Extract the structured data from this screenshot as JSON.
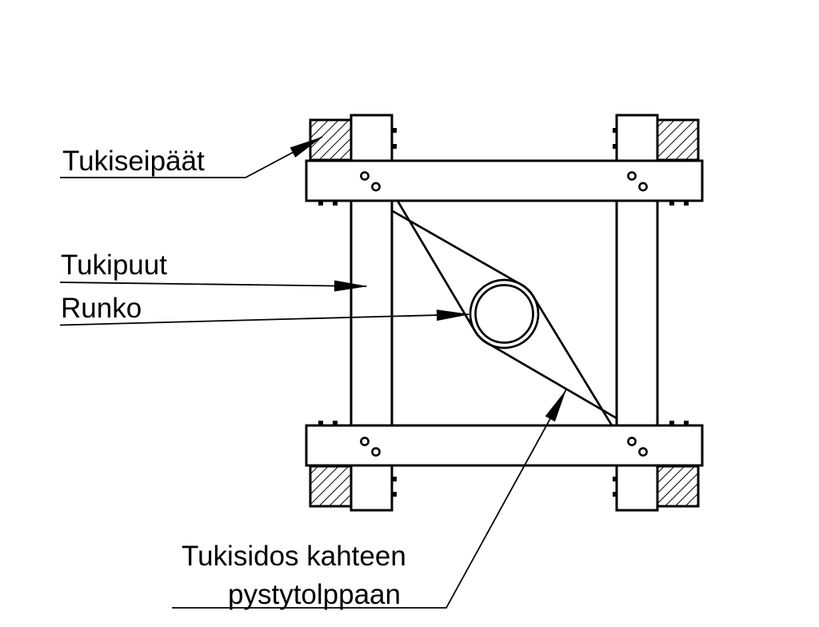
{
  "page": {
    "background_color": "#ffffff",
    "line_color": "#000000"
  },
  "labels": {
    "tukiseipaat": "Tukiseipäät",
    "tukipuut": "Tukipuut",
    "runko": "Runko",
    "tukisidos_line1": "Tukisidos kahteen",
    "tukisidos_line2": "pystytolppaan"
  }
}
